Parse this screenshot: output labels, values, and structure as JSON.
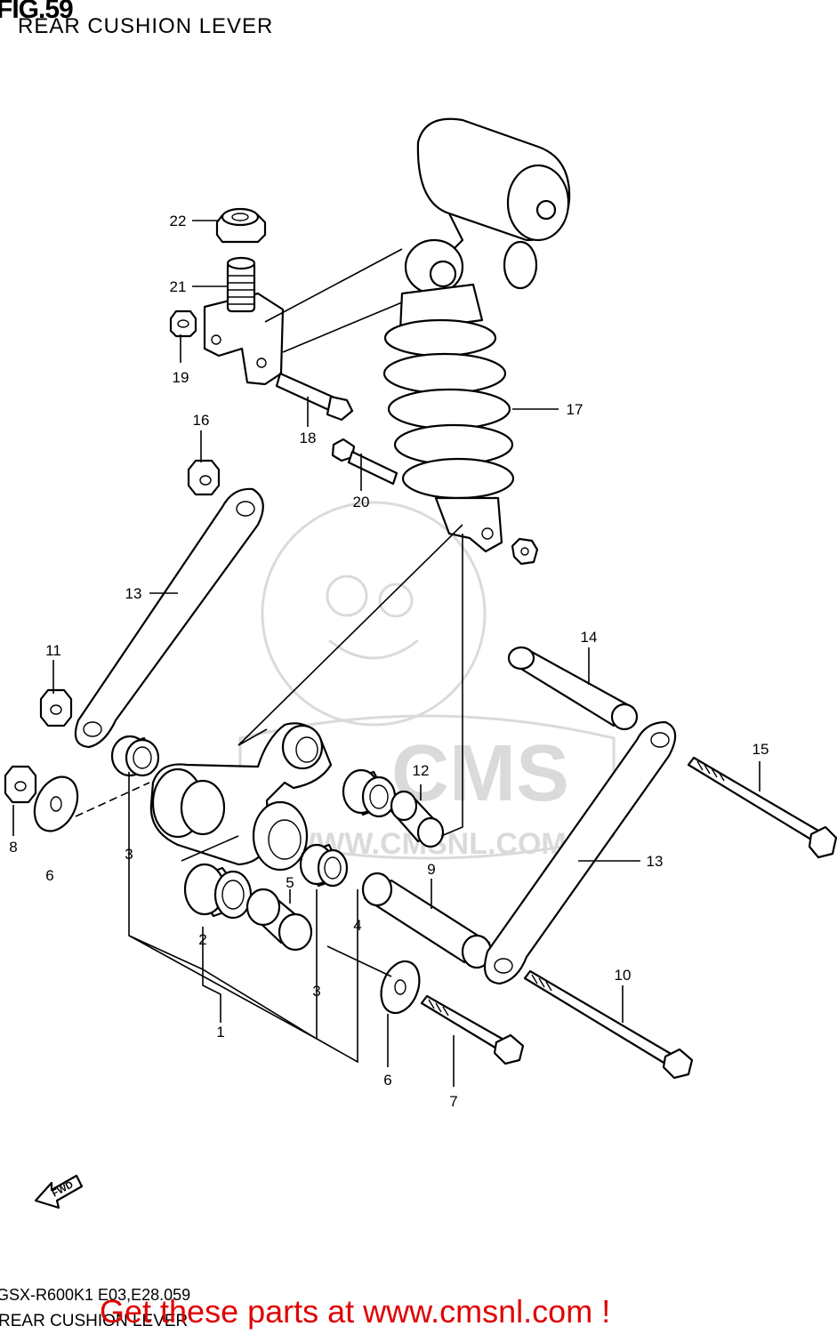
{
  "header": {
    "fig": "FIG.59",
    "title": "REAR CUSHION LEVER"
  },
  "footer": {
    "code": "GSX-R600K1 E03,E28.059",
    "title": "REAR CUSHION LEVER",
    "promo": "Get these parts at www.cmsnl.com !"
  },
  "watermark": {
    "brand": "CMS",
    "url": "WWW.CMSNL.COM"
  },
  "arrow": {
    "text": "FWD"
  },
  "callouts": {
    "c1": "1",
    "c2": "2",
    "c3a": "3",
    "c3b": "3",
    "c4": "4",
    "c5": "5",
    "c6a": "6",
    "c6b": "6",
    "c7": "7",
    "c8": "8",
    "c9": "9",
    "c10": "10",
    "c11": "11",
    "c12": "12",
    "c13a": "13",
    "c13b": "13",
    "c14": "14",
    "c15": "15",
    "c16": "16",
    "c17": "17",
    "c18": "18",
    "c19": "19",
    "c20": "20",
    "c21": "21",
    "c22": "22"
  }
}
